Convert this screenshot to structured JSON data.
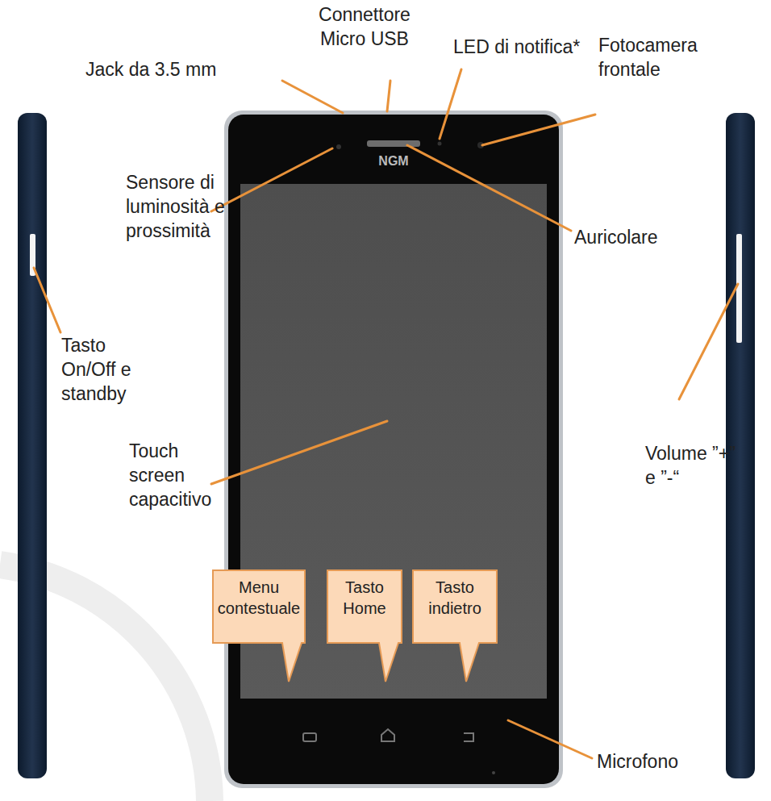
{
  "diagram": {
    "nodes": [
      {
        "text": [
          "Menu contestuale"
        ]
      },
      {
        "text": [
          "Tasto Home"
        ]
      },
      {
        "text": [
          "Tasto indietro"
        ]
      }
    ],
    "labels": [
      "Connettore Micro USB",
      "Jack da 3.5 mm",
      "LED di notifica*",
      "Fotocamera frontale",
      "Sensore di luminosità e prossimità",
      "NGM",
      "Auricolare",
      "Tasto On/Off e standby",
      "Volume ”+” e ”-“",
      "Touch screen capacitivo",
      "Microfono"
    ]
  }
}
